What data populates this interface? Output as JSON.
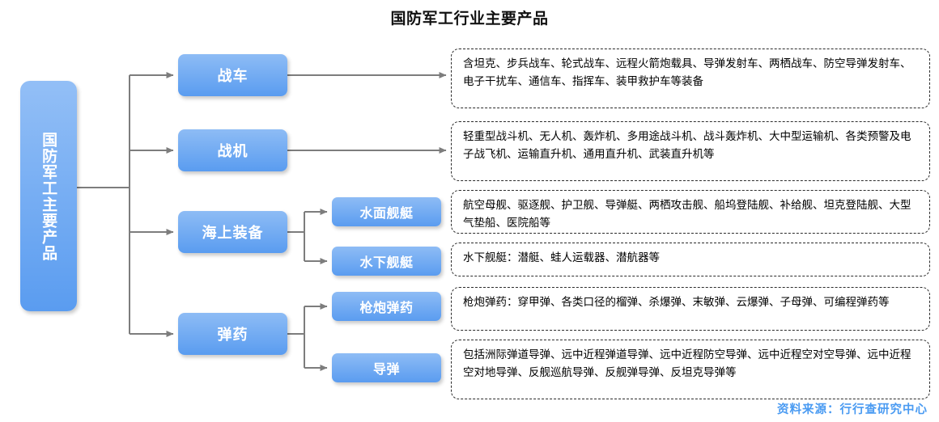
{
  "title": "国防军工行业主要产品",
  "source": "资料来源：行行查研究中心",
  "colors": {
    "node_top": "#8ebcf5",
    "node_bottom": "#5a9cf0",
    "node_text": "#ffffff",
    "wire": "#808080",
    "box_border": "#2b2b2b",
    "source_text": "#4a9bf2",
    "title_text": "#111111"
  },
  "root": {
    "label": "国防军工主要产品"
  },
  "branches": [
    {
      "label": "战车",
      "description": "含坦克、步兵战车、轮式战车、远程火箭炮载具、导弹发射车、两栖战车、防空导弹发射车、电子干扰车、通信车、指挥车、装甲救护车等装备"
    },
    {
      "label": "战机",
      "description": "轻重型战斗机、无人机、轰炸机、多用途战斗机、战斗轰炸机、大中型运输机、各类预警及电子战飞机、运输直升机、通用直升机、武装直升机等"
    },
    {
      "label": "海上装备",
      "children": [
        {
          "label": "水面舰艇",
          "description": "航空母舰、驱逐舰、护卫舰、导弹艇、两栖攻击舰、船坞登陆舰、补给舰、坦克登陆舰、大型气垫船、医院船等"
        },
        {
          "label": "水下舰艇",
          "description": "水下舰艇：潜艇、蛙人运载器、潜航器等"
        }
      ]
    },
    {
      "label": "弹药",
      "children": [
        {
          "label": "枪炮弹药",
          "description": "枪炮弹药：穿甲弹、各类口径的榴弹、杀爆弹、末敏弹、云爆弹、子母弹、可编程弹药等"
        },
        {
          "label": "导弹",
          "description": "包括洲际弹道导弹、远中近程弹道导弹、远中近程防空导弹、远中近程空对空导弹、远中近程空对地导弹、反舰巡航导弹、反舰弹导弹、反坦克导弹等"
        }
      ]
    }
  ]
}
